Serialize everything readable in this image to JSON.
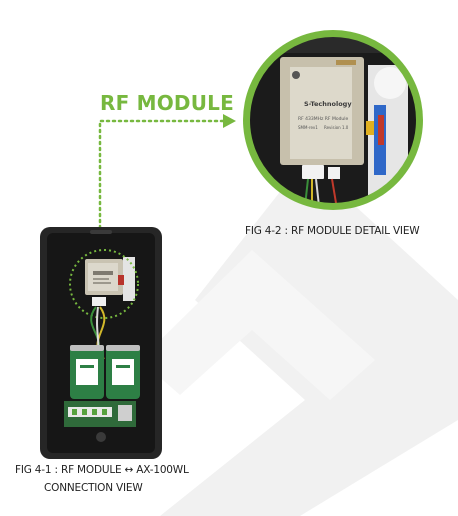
{
  "heading": "RF MODULE",
  "captions": {
    "detail": "FIG 4-2 : RF MODULE  DETAIL VIEW",
    "connection_line1": "FIG 4-1 : RF MODULE ↔ AX-100WL",
    "connection_line2": "CONNECTION VIEW"
  },
  "module_label": {
    "brand": "S-Technology",
    "lines": [
      "RF 433MHz RF Module",
      "SMM-rev1",
      "Revision 1.0"
    ]
  },
  "colors": {
    "accent_green": "#77b83f",
    "device_body": "#1f1f1f",
    "background_shape": "#eeeeee"
  }
}
